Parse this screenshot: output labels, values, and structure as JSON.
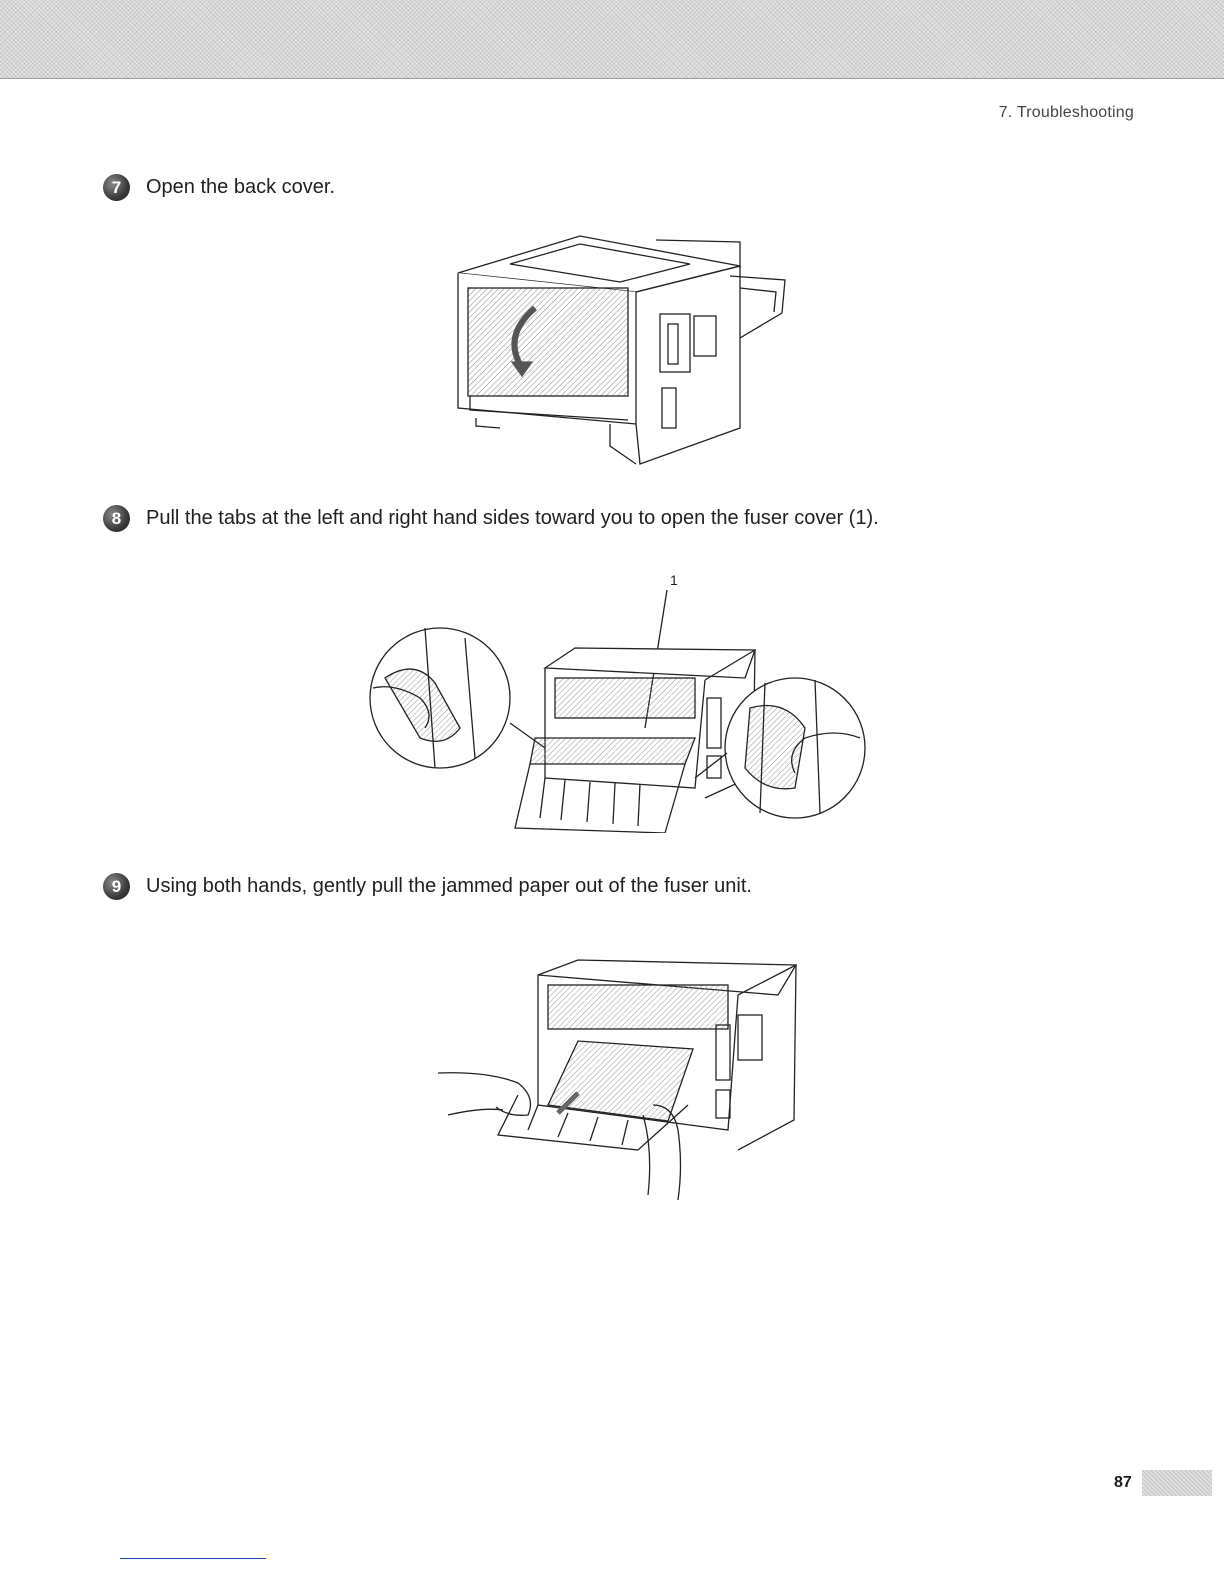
{
  "running_head": "7. Troubleshooting",
  "steps": [
    {
      "number": "7",
      "text": "Open the back cover."
    },
    {
      "number": "8",
      "text": "Pull the tabs at the left and right hand sides toward you to open the fuser cover (1)."
    },
    {
      "number": "9",
      "text": "Using both hands, gently pull the jammed paper out of the fuser unit."
    }
  ],
  "figure2_callout": "1",
  "page_number": "87"
}
